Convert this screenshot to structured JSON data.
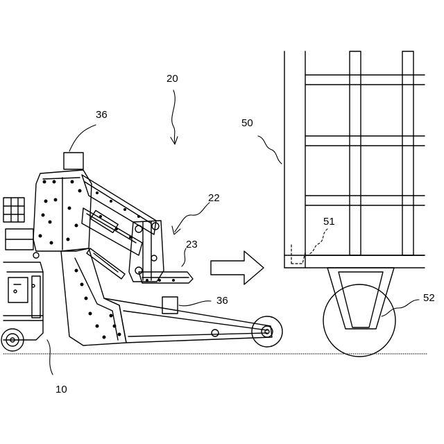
{
  "figure": {
    "background": "#ffffff",
    "line_color": "#000000",
    "reference_numerals": {
      "vehicle": "10",
      "manipulator": "20",
      "gripper": "22",
      "gripper_plate": "23",
      "sensor_upper": "36",
      "sensor_lower": "36",
      "cart": "50",
      "cart_bracket": "51",
      "caster": "52"
    },
    "motion_arrow": "direction-right-arrow"
  }
}
